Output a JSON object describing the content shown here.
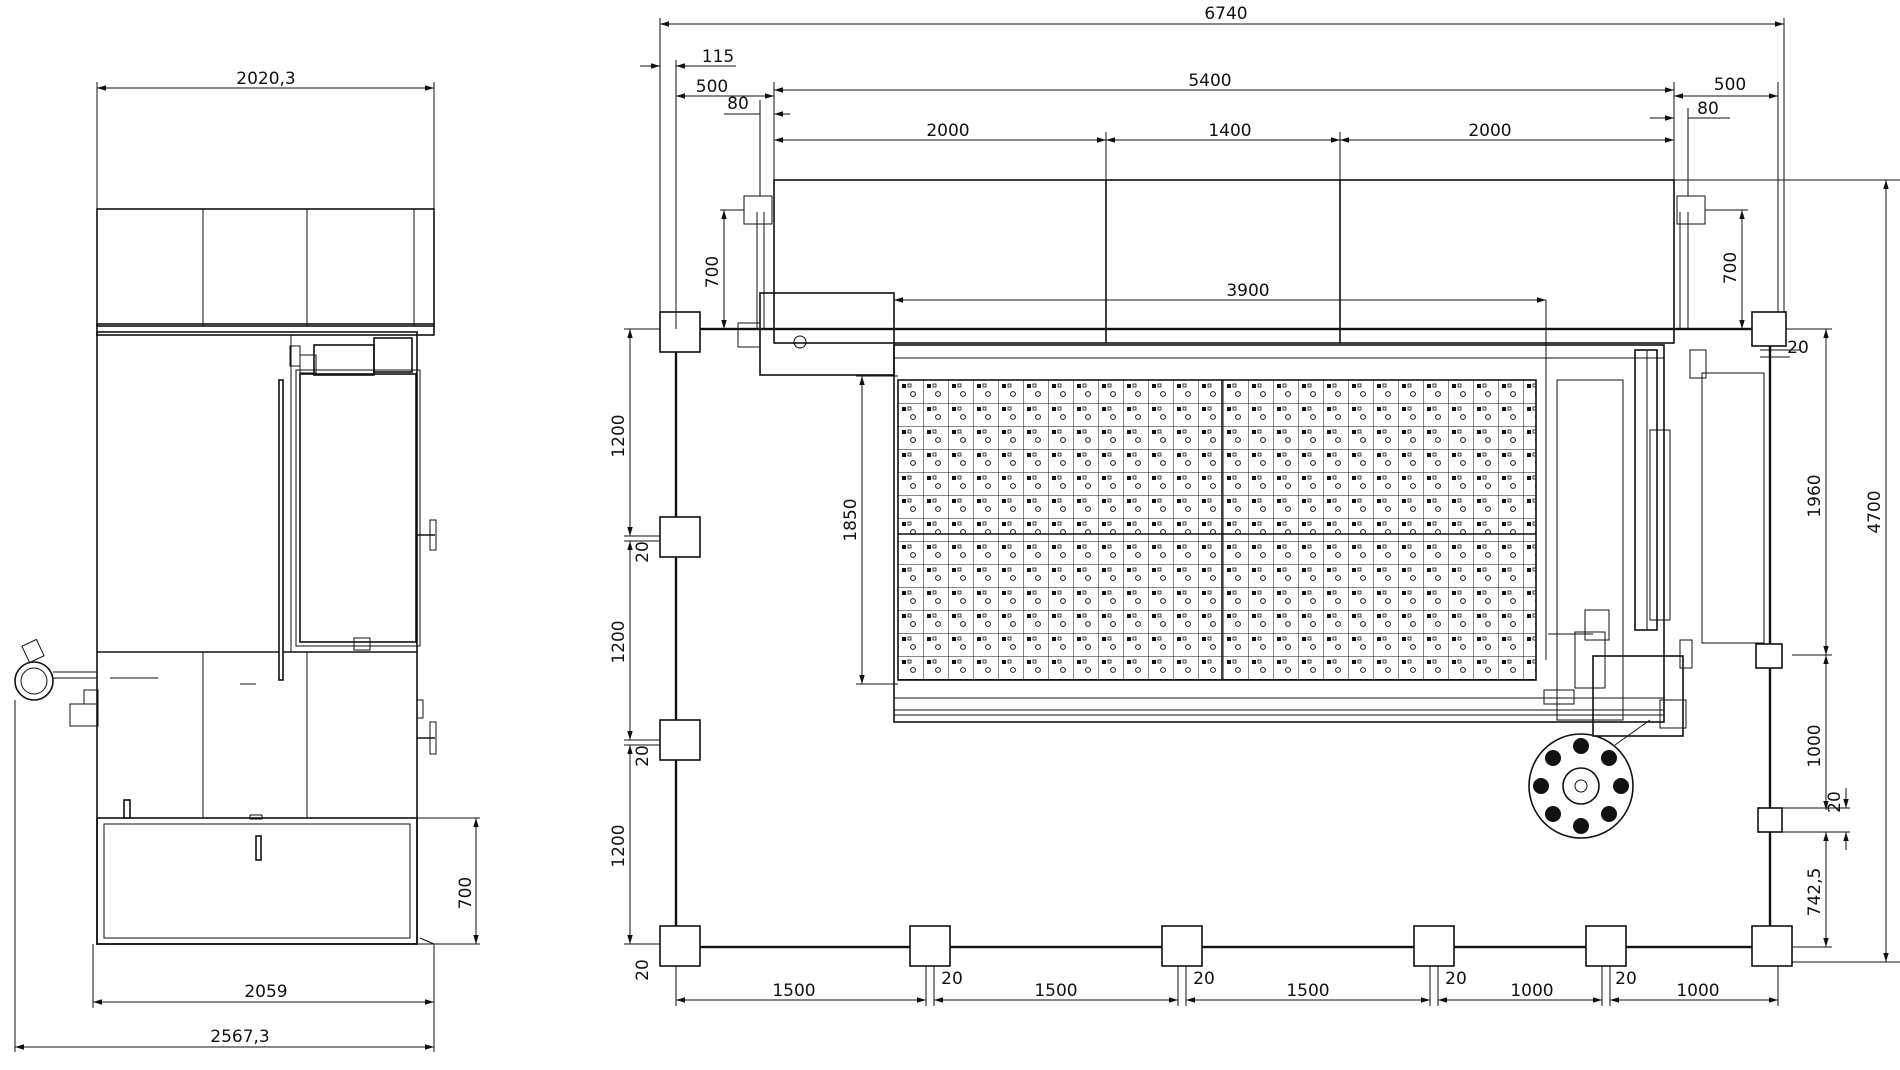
{
  "side_view": {
    "dim_top_width": "2020,3",
    "dim_height_right": "700",
    "dim_bottom_width": "2059",
    "dim_overall_width": "2567,3"
  },
  "top_view": {
    "dim_overall_width": "6740",
    "dim_offset_115": "115",
    "dim_left_500": "500",
    "dim_left_80": "80",
    "dim_main_5400": "5400",
    "dim_right_500": "500",
    "dim_right_80": "80",
    "dim_seg_2000_left": "2000",
    "dim_seg_1400": "1400",
    "dim_seg_2000_right": "2000",
    "dim_left_700": "700",
    "dim_right_700": "700",
    "dim_table_3900": "3900",
    "dim_table_1850": "1850",
    "dim_20_top_right": "20",
    "dim_1960": "1960",
    "dim_4700": "4700",
    "dim_1000_right": "1000",
    "dim_20_right": "20",
    "dim_742": "742,5",
    "left_column": {
      "dim_1200_a": "1200",
      "dim_20_a": "20",
      "dim_1200_b": "1200",
      "dim_20_b": "20",
      "dim_1200_c": "1200",
      "dim_20_c": "20"
    },
    "bottom_row": {
      "dim_1500_a": "1500",
      "dim_20_a": "20",
      "dim_1500_b": "1500",
      "dim_20_b": "20",
      "dim_1500_c": "1500",
      "dim_20_c": "20",
      "dim_1000_a": "1000",
      "dim_20_d": "20",
      "dim_1000_b": "1000"
    }
  },
  "colors": {
    "line": "#111111",
    "background": "#ffffff"
  }
}
